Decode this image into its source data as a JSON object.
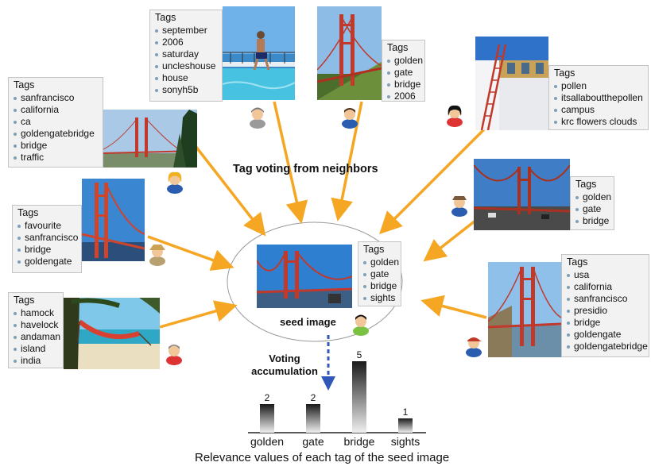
{
  "heading": "Tag voting from neighbors",
  "seed": {
    "label": "seed image",
    "tags_header": "Tags",
    "tags": [
      "golden",
      "gate",
      "bridge",
      "sights"
    ]
  },
  "voting_label": [
    "Voting",
    "accumulation"
  ],
  "caption": "Relevance values of each tag of the seed image",
  "neighbors": [
    {
      "tags_header": "Tags",
      "tags": [
        "september",
        "2006",
        "saturday",
        "uncleshouse",
        "house",
        "sonyh5b"
      ]
    },
    {
      "tags_header": "Tags",
      "tags": [
        "golden",
        "gate",
        "bridge",
        "2006"
      ]
    },
    {
      "tags_header": "Tags",
      "tags": [
        "pollen",
        "itsallaboutthepollen",
        "campus",
        "krc flowers clouds"
      ]
    },
    {
      "tags_header": "Tags",
      "tags": [
        "sanfrancisco",
        "california",
        "ca",
        "goldengatebridge",
        "bridge",
        "traffic"
      ]
    },
    {
      "tags_header": "Tags",
      "tags": [
        "golden",
        "gate",
        "bridge"
      ]
    },
    {
      "tags_header": "Tags",
      "tags": [
        "favourite",
        "sanfrancisco",
        "bridge",
        "goldengate"
      ]
    },
    {
      "tags_header": "Tags",
      "tags": [
        "usa",
        "california",
        "sanfrancisco",
        "presidio",
        "bridge",
        "goldengate",
        "goldengatebridge"
      ]
    },
    {
      "tags_header": "Tags",
      "tags": [
        "hamock",
        "havelock",
        "andaman",
        "island",
        "india"
      ]
    }
  ],
  "chart_data": {
    "type": "bar",
    "categories": [
      "golden",
      "gate",
      "bridge",
      "sights"
    ],
    "values": [
      2,
      2,
      5,
      1
    ],
    "xlabel": "Relevance values of each tag of the seed image"
  },
  "colors": {
    "arrow": "#f5a623",
    "dashed_arrow": "#2f58b8",
    "bar_top": "#1a1a1a",
    "bar_bottom": "#f0f0f0"
  }
}
